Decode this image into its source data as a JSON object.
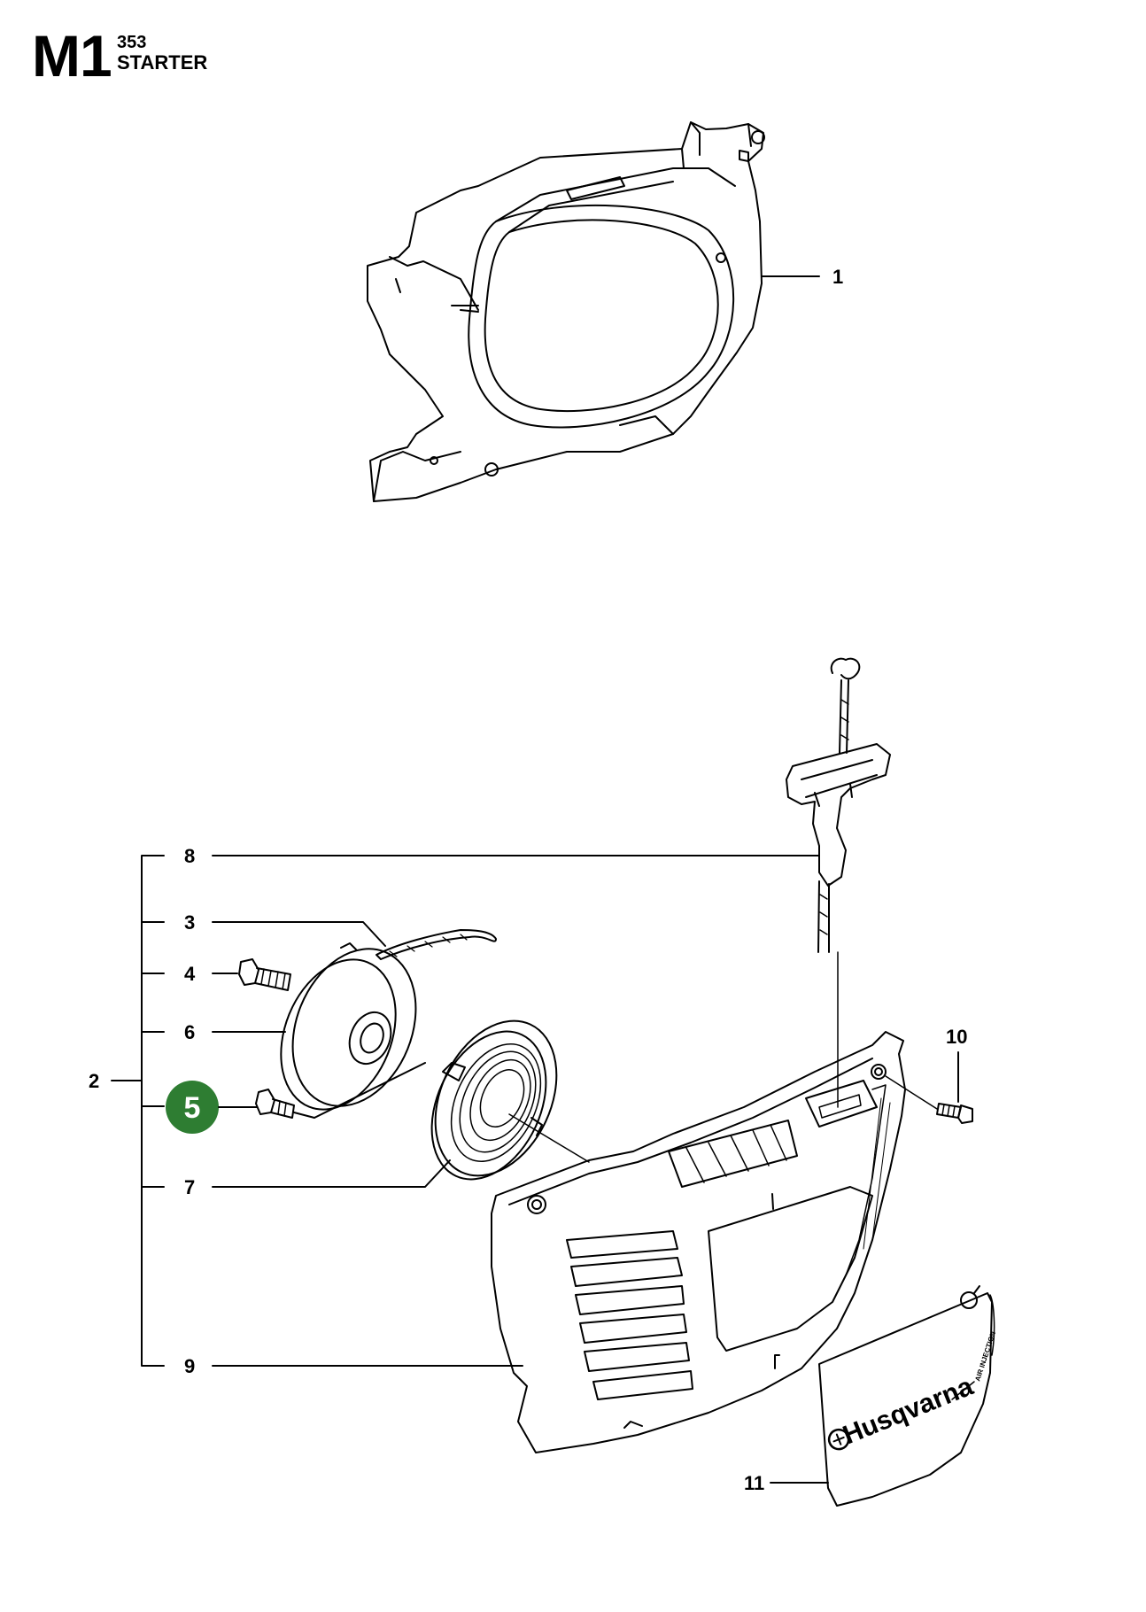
{
  "header": {
    "section_code": "M1",
    "model": "353",
    "title": "STARTER"
  },
  "colors": {
    "highlight": "#2e7d32",
    "line": "#000000",
    "background": "#ffffff"
  },
  "parts": [
    {
      "number": "1"
    },
    {
      "number": "2"
    },
    {
      "number": "3"
    },
    {
      "number": "4"
    },
    {
      "number": "5",
      "highlighted": true
    },
    {
      "number": "6"
    },
    {
      "number": "7"
    },
    {
      "number": "8"
    },
    {
      "number": "9"
    },
    {
      "number": "10"
    },
    {
      "number": "11"
    }
  ],
  "decal": {
    "brand": "Husqvarna",
    "small_text": "AIR INJECTION"
  }
}
